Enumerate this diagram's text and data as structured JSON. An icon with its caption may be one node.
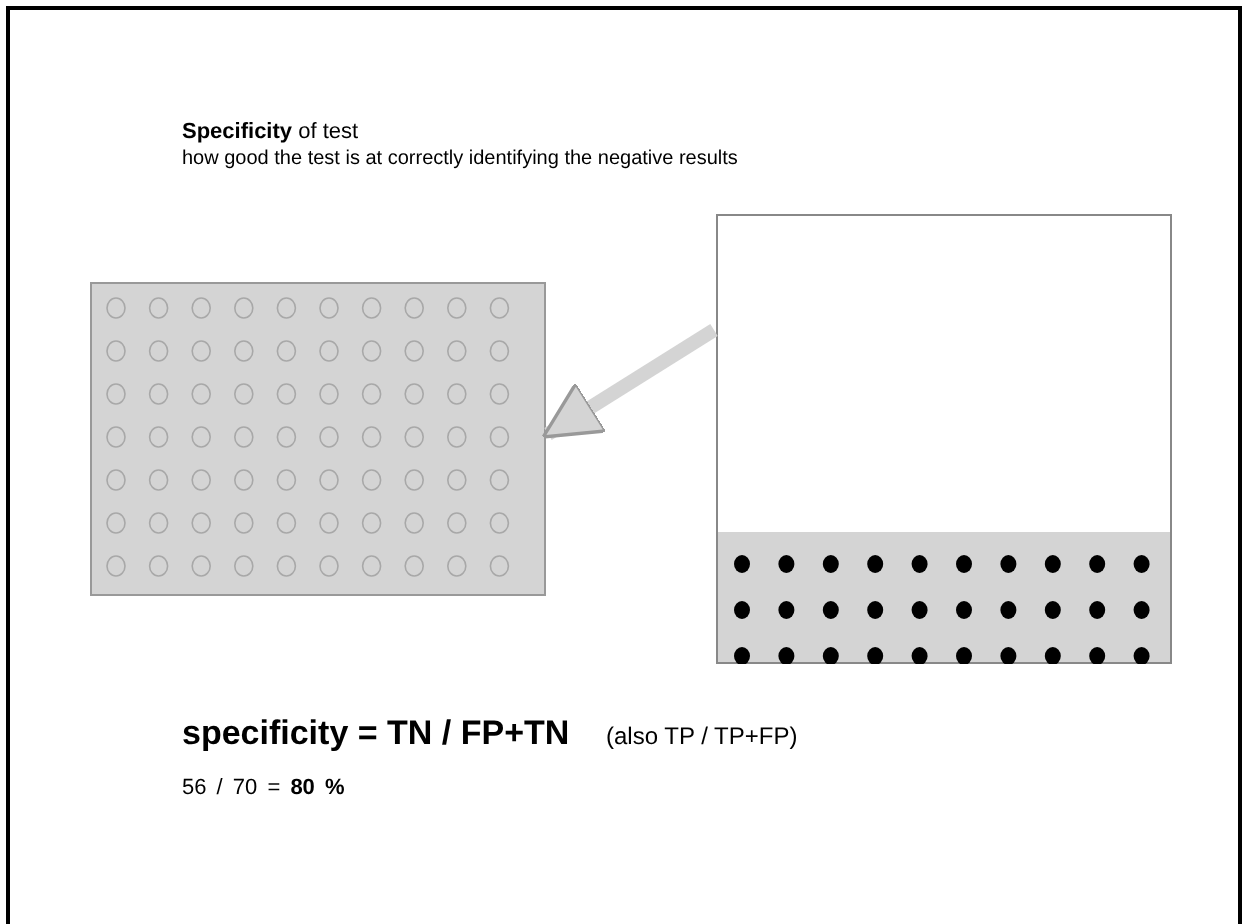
{
  "diagram": {
    "title": "**Specificity** of test",
    "nodes": [
      {
        "text": [],
        "shape": "box"
      },
      {
        "text": [],
        "shape": "box"
      }
    ],
    "edges": [
      {
        "from": 1,
        "to": 0,
        "arrow": "to"
      }
    ],
    "labels": [
      "how good the test is at correctly identifying the negative results",
      "specificity = TN / FP+TN",
      "(also TP / TP+FP)",
      "56 / 70 = **80 %**"
    ]
  }
}
